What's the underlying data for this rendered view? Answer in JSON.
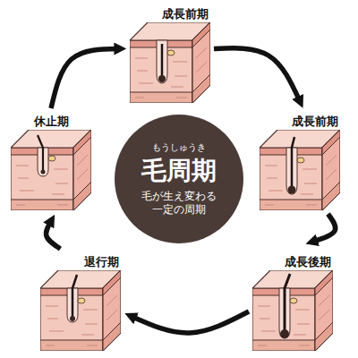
{
  "diagram": {
    "nodes": [
      {
        "text": [
          "成長前期"
        ]
      },
      {
        "text": [
          "成長前期"
        ]
      },
      {
        "text": [
          "成長後期"
        ]
      },
      {
        "text": [
          "退行期"
        ]
      },
      {
        "text": [
          "休止期"
        ]
      },
      {
        "text": [
          "もうしゅうき",
          "毛周期",
          "毛が生え変わる 一定の周期"
        ]
      }
    ],
    "edges": [
      {
        "from": 0,
        "to": 1,
        "arrow": "to"
      },
      {
        "from": 1,
        "to": 2,
        "arrow": "to"
      },
      {
        "from": 2,
        "to": 3,
        "arrow": "to"
      },
      {
        "from": 3,
        "to": 4,
        "arrow": "to"
      },
      {
        "from": 4,
        "to": 0,
        "arrow": "to"
      }
    ]
  }
}
